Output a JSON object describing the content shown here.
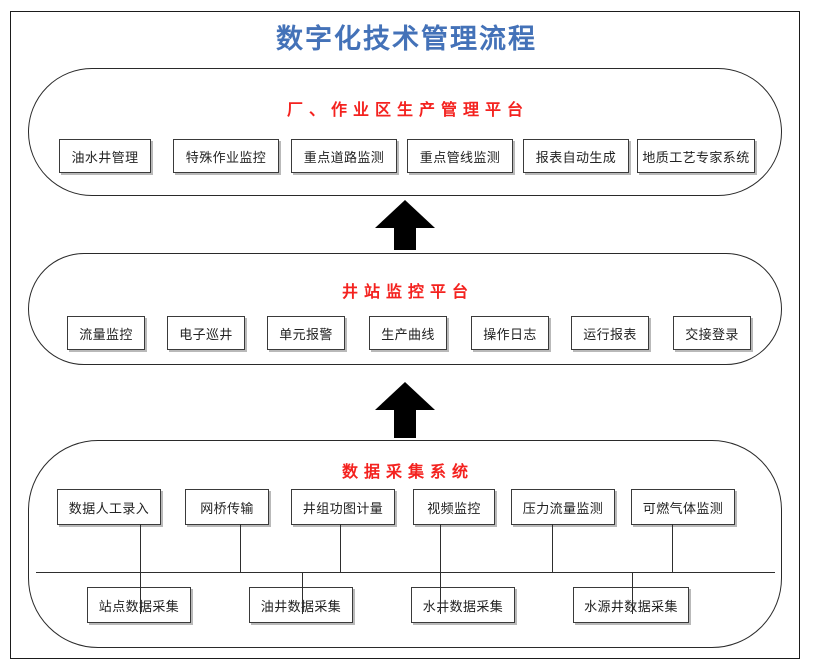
{
  "diagram": {
    "title": "数字化技术管理流程",
    "title_color": "#4472b8",
    "layer_title_color": "#f4221f",
    "arrow_color": "#000000",
    "type": "layered-flow-diagram"
  },
  "layers": [
    {
      "id": "plant",
      "title": "厂、作业区生产管理平台",
      "nodes": [
        {
          "label": "油水井管理"
        },
        {
          "label": "特殊作业监控"
        },
        {
          "label": "重点道路监测"
        },
        {
          "label": "重点管线监测"
        },
        {
          "label": "报表自动生成"
        },
        {
          "label": "地质工艺专家系统"
        }
      ]
    },
    {
      "id": "well-station",
      "title": "井站监控平台",
      "nodes": [
        {
          "label": "流量监控"
        },
        {
          "label": "电子巡井"
        },
        {
          "label": "单元报警"
        },
        {
          "label": "生产曲线"
        },
        {
          "label": "操作日志"
        },
        {
          "label": "运行报表"
        },
        {
          "label": "交接登录"
        }
      ]
    },
    {
      "id": "data-acquisition",
      "title": "数据采集系统",
      "nodes": [
        {
          "label": "数据人工录入"
        },
        {
          "label": "网桥传输"
        },
        {
          "label": "井组功图计量"
        },
        {
          "label": "视频监控"
        },
        {
          "label": "压力流量监测"
        },
        {
          "label": "可燃气体监测"
        }
      ],
      "sources": [
        {
          "label": "站点数据采集"
        },
        {
          "label": "油井数据采集"
        },
        {
          "label": "水井数据采集"
        },
        {
          "label": "水源井数据采集"
        }
      ]
    }
  ],
  "arrows": [
    {
      "id": "plant-from-well-station",
      "direction": "up"
    },
    {
      "id": "well-station-from-data",
      "direction": "up"
    }
  ]
}
